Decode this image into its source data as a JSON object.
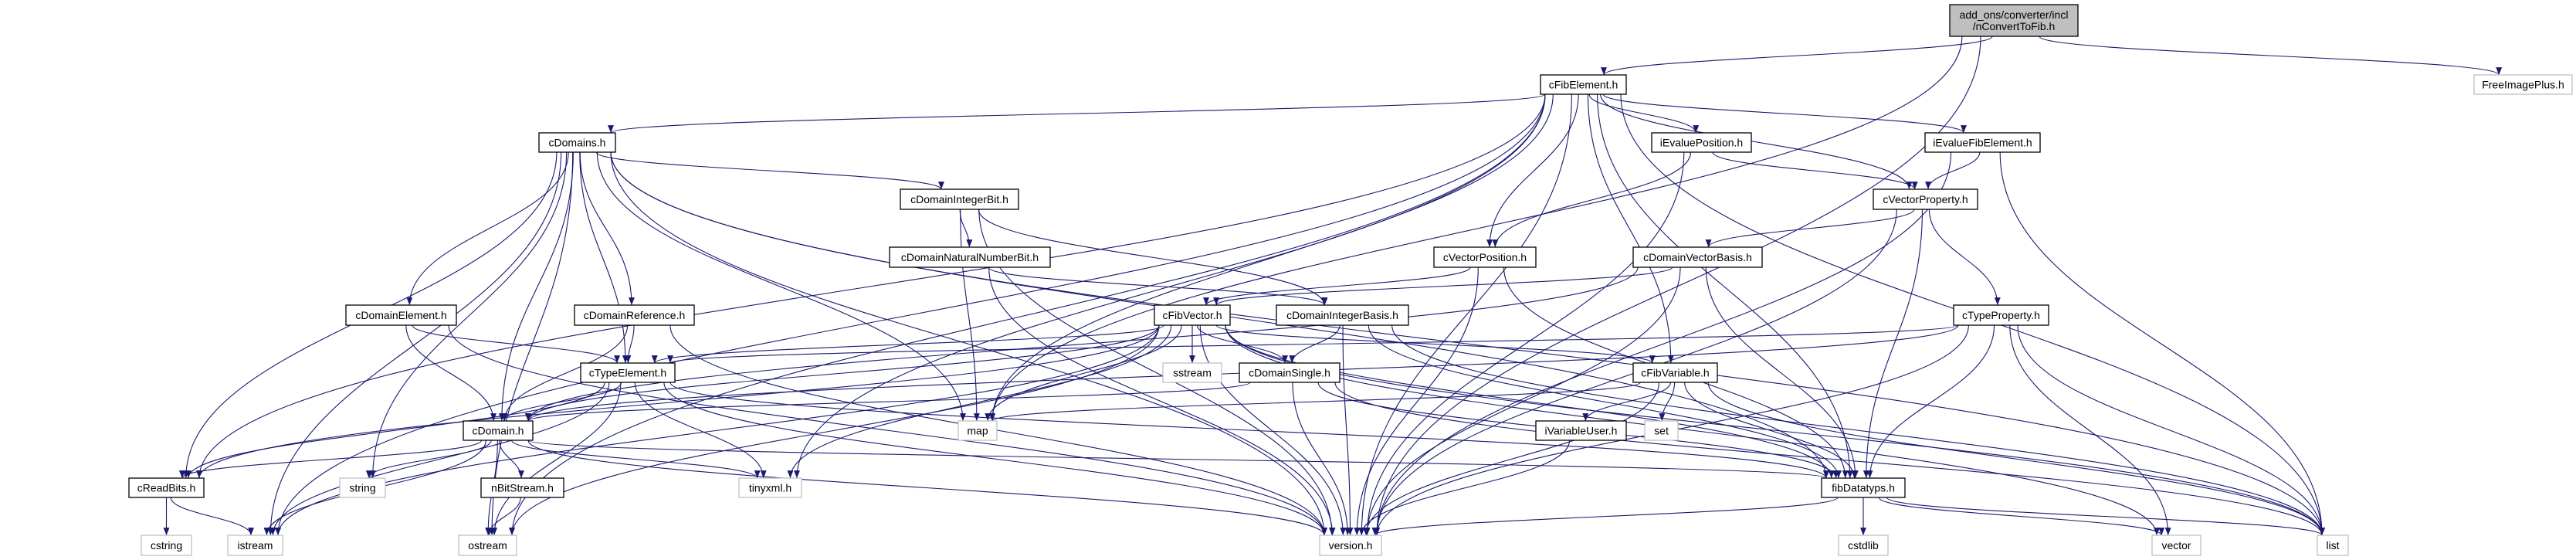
{
  "colors": {
    "edge": "#191970",
    "root_fill": "#bfbfbf",
    "external_border": "#bfbfbf",
    "node_border": "#000000"
  },
  "nodes": [
    {
      "id": "root",
      "label": [
        "add_ons/converter/incl",
        "/nConvertToFib.h"
      ],
      "kind": "root"
    },
    {
      "id": "freeimage",
      "label": [
        "FreeImagePlus.h"
      ],
      "kind": "external"
    },
    {
      "id": "cFibElement",
      "label": [
        "cFibElement.h"
      ],
      "kind": "documented"
    },
    {
      "id": "cDomains",
      "label": [
        "cDomains.h"
      ],
      "kind": "documented"
    },
    {
      "id": "iEvaluePosition",
      "label": [
        "iEvaluePosition.h"
      ],
      "kind": "documented"
    },
    {
      "id": "iEvalueFibElement",
      "label": [
        "iEvalueFibElement.h"
      ],
      "kind": "documented"
    },
    {
      "id": "cDomainIntegerBit",
      "label": [
        "cDomainIntegerBit.h"
      ],
      "kind": "documented"
    },
    {
      "id": "cVectorProperty",
      "label": [
        "cVectorProperty.h"
      ],
      "kind": "documented"
    },
    {
      "id": "cDomainNaturalNumberBit",
      "label": [
        "cDomainNaturalNumberBit.h"
      ],
      "kind": "documented"
    },
    {
      "id": "cVectorPosition",
      "label": [
        "cVectorPosition.h"
      ],
      "kind": "documented"
    },
    {
      "id": "cDomainVectorBasis",
      "label": [
        "cDomainVectorBasis.h"
      ],
      "kind": "documented"
    },
    {
      "id": "cDomainElement",
      "label": [
        "cDomainElement.h"
      ],
      "kind": "documented"
    },
    {
      "id": "cDomainReference",
      "label": [
        "cDomainReference.h"
      ],
      "kind": "documented"
    },
    {
      "id": "cFibVector",
      "label": [
        "cFibVector.h"
      ],
      "kind": "documented"
    },
    {
      "id": "cDomainIntegerBasis",
      "label": [
        "cDomainIntegerBasis.h"
      ],
      "kind": "documented"
    },
    {
      "id": "cTypeProperty",
      "label": [
        "cTypeProperty.h"
      ],
      "kind": "documented"
    },
    {
      "id": "cTypeElement",
      "label": [
        "cTypeElement.h"
      ],
      "kind": "documented"
    },
    {
      "id": "sstream",
      "label": [
        "sstream"
      ],
      "kind": "external"
    },
    {
      "id": "cDomainSingle",
      "label": [
        "cDomainSingle.h"
      ],
      "kind": "documented"
    },
    {
      "id": "cFibVariable",
      "label": [
        "cFibVariable.h"
      ],
      "kind": "documented"
    },
    {
      "id": "cDomain",
      "label": [
        "cDomain.h"
      ],
      "kind": "documented"
    },
    {
      "id": "map",
      "label": [
        "map"
      ],
      "kind": "external"
    },
    {
      "id": "iVariableUser",
      "label": [
        "iVariableUser.h"
      ],
      "kind": "documented"
    },
    {
      "id": "set",
      "label": [
        "set"
      ],
      "kind": "external"
    },
    {
      "id": "cReadBits",
      "label": [
        "cReadBits.h"
      ],
      "kind": "documented"
    },
    {
      "id": "string",
      "label": [
        "string"
      ],
      "kind": "external"
    },
    {
      "id": "nBitStream",
      "label": [
        "nBitStream.h"
      ],
      "kind": "documented"
    },
    {
      "id": "tinyxml",
      "label": [
        "tinyxml.h"
      ],
      "kind": "external"
    },
    {
      "id": "fibDatatyps",
      "label": [
        "fibDatatyps.h"
      ],
      "kind": "documented"
    },
    {
      "id": "cstring",
      "label": [
        "cstring"
      ],
      "kind": "external"
    },
    {
      "id": "istream",
      "label": [
        "istream"
      ],
      "kind": "external"
    },
    {
      "id": "ostream",
      "label": [
        "ostream"
      ],
      "kind": "external"
    },
    {
      "id": "version",
      "label": [
        "version.h"
      ],
      "kind": "external"
    },
    {
      "id": "cstdlib",
      "label": [
        "cstdlib"
      ],
      "kind": "external"
    },
    {
      "id": "vector",
      "label": [
        "vector"
      ],
      "kind": "external"
    },
    {
      "id": "list",
      "label": [
        "list"
      ],
      "kind": "external"
    }
  ],
  "edges": [
    [
      "root",
      "cFibElement"
    ],
    [
      "root",
      "map"
    ],
    [
      "root",
      "version"
    ],
    [
      "root",
      "freeimage"
    ],
    [
      "cFibElement",
      "cDomains"
    ],
    [
      "cFibElement",
      "cReadBits"
    ],
    [
      "cFibElement",
      "istream"
    ],
    [
      "cFibElement",
      "ostream"
    ],
    [
      "cFibElement",
      "tinyxml"
    ],
    [
      "cFibElement",
      "map"
    ],
    [
      "cFibElement",
      "version"
    ],
    [
      "cFibElement",
      "cVectorPosition"
    ],
    [
      "cFibElement",
      "iEvaluePosition"
    ],
    [
      "cFibElement",
      "cFibVariable"
    ],
    [
      "cFibElement",
      "cVectorProperty"
    ],
    [
      "cFibElement",
      "iEvalueFibElement"
    ],
    [
      "cFibElement",
      "fibDatatyps"
    ],
    [
      "cFibElement",
      "list"
    ],
    [
      "cDomains",
      "cDomainElement"
    ],
    [
      "cDomains",
      "cDomainReference"
    ],
    [
      "cDomains",
      "cTypeElement"
    ],
    [
      "cDomains",
      "cDomain"
    ],
    [
      "cDomains",
      "cReadBits"
    ],
    [
      "cDomains",
      "string"
    ],
    [
      "cDomains",
      "istream"
    ],
    [
      "cDomains",
      "ostream"
    ],
    [
      "cDomains",
      "map"
    ],
    [
      "cDomains",
      "version"
    ],
    [
      "cDomains",
      "cDomainIntegerBit"
    ],
    [
      "cDomains",
      "fibDatatyps"
    ],
    [
      "cDomains",
      "list"
    ],
    [
      "cDomainIntegerBit",
      "cDomainNaturalNumberBit"
    ],
    [
      "cDomainIntegerBit",
      "cDomainIntegerBasis"
    ],
    [
      "cDomainIntegerBit",
      "version"
    ],
    [
      "cDomainIntegerBit",
      "map"
    ],
    [
      "cDomainNaturalNumberBit",
      "cDomainIntegerBasis"
    ],
    [
      "cDomainNaturalNumberBit",
      "version"
    ],
    [
      "cDomainElement",
      "cTypeElement"
    ],
    [
      "cDomainElement",
      "cDomain"
    ],
    [
      "cDomainElement",
      "version"
    ],
    [
      "cDomainReference",
      "cTypeElement"
    ],
    [
      "cDomainReference",
      "cDomain"
    ],
    [
      "cDomainReference",
      "version"
    ],
    [
      "cTypeElement",
      "cDomain"
    ],
    [
      "cTypeElement",
      "cReadBits"
    ],
    [
      "cTypeElement",
      "istream"
    ],
    [
      "cTypeElement",
      "ostream"
    ],
    [
      "cTypeElement",
      "tinyxml"
    ],
    [
      "cTypeElement",
      "version"
    ],
    [
      "cTypeElement",
      "fibDatatyps"
    ],
    [
      "cDomain",
      "cReadBits"
    ],
    [
      "cDomain",
      "string"
    ],
    [
      "cDomain",
      "nBitStream"
    ],
    [
      "cDomain",
      "istream"
    ],
    [
      "cDomain",
      "ostream"
    ],
    [
      "cDomain",
      "tinyxml"
    ],
    [
      "cDomain",
      "version"
    ],
    [
      "cDomain",
      "fibDatatyps"
    ],
    [
      "cReadBits",
      "cstring"
    ],
    [
      "cReadBits",
      "istream"
    ],
    [
      "nBitStream",
      "ostream"
    ],
    [
      "iEvaluePosition",
      "cVectorPosition"
    ],
    [
      "iEvaluePosition",
      "cVectorProperty"
    ],
    [
      "iEvaluePosition",
      "version"
    ],
    [
      "iEvalueFibElement",
      "cVectorProperty"
    ],
    [
      "iEvalueFibElement",
      "version"
    ],
    [
      "iEvalueFibElement",
      "list"
    ],
    [
      "cVectorProperty",
      "cDomainVectorBasis"
    ],
    [
      "cVectorProperty",
      "cTypeProperty"
    ],
    [
      "cVectorProperty",
      "fibDatatyps"
    ],
    [
      "cVectorProperty",
      "version"
    ],
    [
      "cVectorPosition",
      "cFibVector"
    ],
    [
      "cVectorPosition",
      "version"
    ],
    [
      "cVectorPosition",
      "fibDatatyps"
    ],
    [
      "cDomainVectorBasis",
      "cFibVector"
    ],
    [
      "cDomainVectorBasis",
      "cDomain"
    ],
    [
      "cDomainVectorBasis",
      "fibDatatyps"
    ],
    [
      "cDomainVectorBasis",
      "version"
    ],
    [
      "cFibVector",
      "cTypeElement"
    ],
    [
      "cFibVector",
      "cDomain"
    ],
    [
      "cFibVector",
      "cReadBits"
    ],
    [
      "cFibVector",
      "istream"
    ],
    [
      "cFibVector",
      "ostream"
    ],
    [
      "cFibVector",
      "map"
    ],
    [
      "cFibVector",
      "sstream"
    ],
    [
      "cFibVector",
      "cDomainSingle"
    ],
    [
      "cFibVector",
      "version"
    ],
    [
      "cFibVector",
      "tinyxml"
    ],
    [
      "cFibVector",
      "cFibVariable"
    ],
    [
      "cFibVector",
      "fibDatatyps"
    ],
    [
      "cFibVector",
      "list"
    ],
    [
      "cFibVector",
      "vector"
    ],
    [
      "cDomainIntegerBasis",
      "cDomainSingle"
    ],
    [
      "cDomainIntegerBasis",
      "version"
    ],
    [
      "cDomainIntegerBasis",
      "fibDatatyps"
    ],
    [
      "cDomainIntegerBasis",
      "list"
    ],
    [
      "cDomainSingle",
      "cDomain"
    ],
    [
      "cDomainSingle",
      "version"
    ],
    [
      "cDomainSingle",
      "fibDatatyps"
    ],
    [
      "cDomainSingle",
      "list"
    ],
    [
      "cFibVariable",
      "iVariableUser"
    ],
    [
      "cFibVariable",
      "set"
    ],
    [
      "cFibVariable",
      "map"
    ],
    [
      "cFibVariable",
      "version"
    ],
    [
      "cFibVariable",
      "fibDatatyps"
    ],
    [
      "cFibVariable",
      "list"
    ],
    [
      "iVariableUser",
      "version"
    ],
    [
      "cTypeProperty",
      "cTypeElement"
    ],
    [
      "cTypeProperty",
      "cDomain"
    ],
    [
      "cTypeProperty",
      "fibDatatyps"
    ],
    [
      "cTypeProperty",
      "version"
    ],
    [
      "cTypeProperty",
      "list"
    ],
    [
      "cTypeProperty",
      "vector"
    ],
    [
      "fibDatatyps",
      "cstdlib"
    ],
    [
      "fibDatatyps",
      "version"
    ],
    [
      "fibDatatyps",
      "vector"
    ],
    [
      "fibDatatyps",
      "list"
    ]
  ]
}
